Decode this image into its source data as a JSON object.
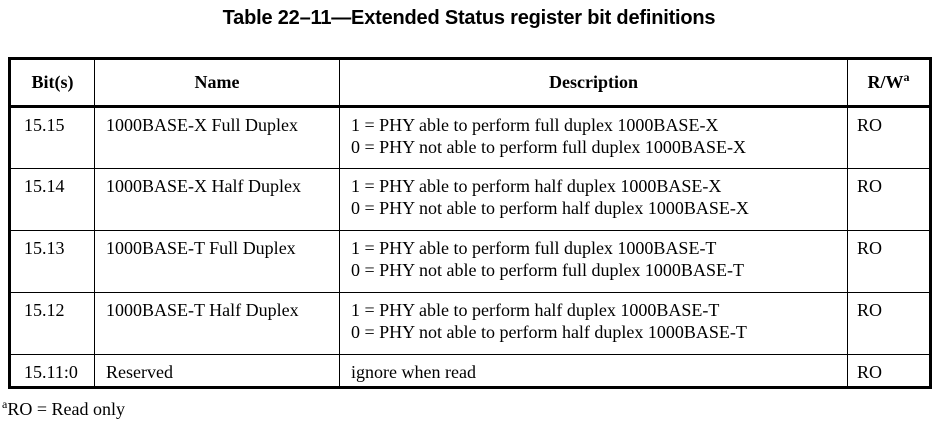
{
  "title": "Table 22–11—Extended Status register bit definitions",
  "table": {
    "headers": [
      "Bit(s)",
      "Name",
      "Description",
      "R/W"
    ],
    "header_note_marker": "a",
    "rows": [
      {
        "bits": "15.15",
        "name": "1000BASE-X Full Duplex",
        "description": [
          "1 = PHY able to perform full duplex 1000BASE-X",
          "0 = PHY not able to perform full duplex 1000BASE-X"
        ],
        "rw": "RO"
      },
      {
        "bits": "15.14",
        "name": "1000BASE-X Half Duplex",
        "description": [
          "1 = PHY able to perform half duplex 1000BASE-X",
          "0 = PHY not able to perform half duplex 1000BASE-X"
        ],
        "rw": "RO"
      },
      {
        "bits": "15.13",
        "name": "1000BASE-T Full Duplex",
        "description": [
          "1 = PHY able to perform full duplex 1000BASE-T",
          "0 = PHY not able to perform full duplex 1000BASE-T"
        ],
        "rw": "RO"
      },
      {
        "bits": "15.12",
        "name": "1000BASE-T Half Duplex",
        "description": [
          "1 = PHY able to perform half duplex 1000BASE-T",
          "0 = PHY not able to perform half duplex 1000BASE-T"
        ],
        "rw": "RO"
      },
      {
        "bits": "15.11:0",
        "name": "Reserved",
        "description": [
          "ignore when read"
        ],
        "rw": "RO"
      }
    ]
  },
  "footnote": {
    "marker": "a",
    "text": "RO = Read only"
  },
  "colors": {
    "text": "#000000",
    "border": "#000000",
    "background": "#ffffff"
  }
}
